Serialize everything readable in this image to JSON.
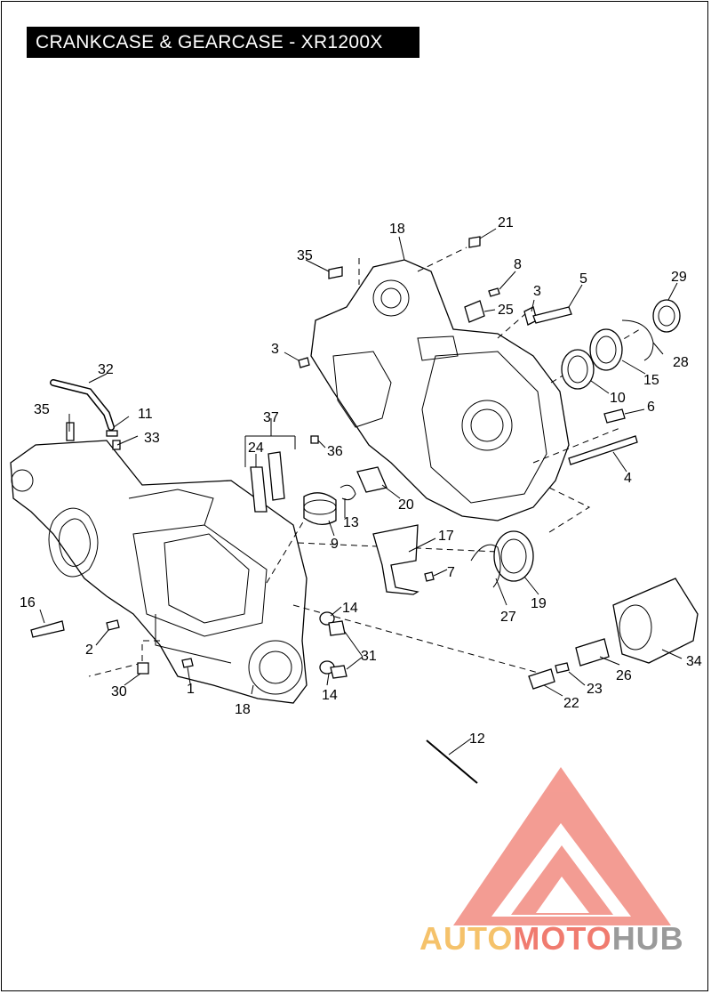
{
  "title": "CRANKCASE & GEARCASE - XR1200X",
  "brand": {
    "part1": "AUTO",
    "part2": "MOTO",
    "part3": "HUB"
  },
  "callouts": [
    "1",
    "2",
    "3",
    "3",
    "4",
    "5",
    "6",
    "7",
    "8",
    "9",
    "10",
    "11",
    "12",
    "13",
    "14",
    "14",
    "15",
    "16",
    "17",
    "18",
    "18",
    "19",
    "20",
    "21",
    "22",
    "23",
    "24",
    "25",
    "26",
    "27",
    "28",
    "29",
    "30",
    "31",
    "32",
    "33",
    "34",
    "35",
    "35",
    "36",
    "37"
  ],
  "colors": {
    "logo_red": "#f07b6f",
    "logo_yellow": "#f5c26b",
    "logo_gray": "#9a9a9a",
    "title_bg": "#000000",
    "title_fg": "#ffffff"
  }
}
